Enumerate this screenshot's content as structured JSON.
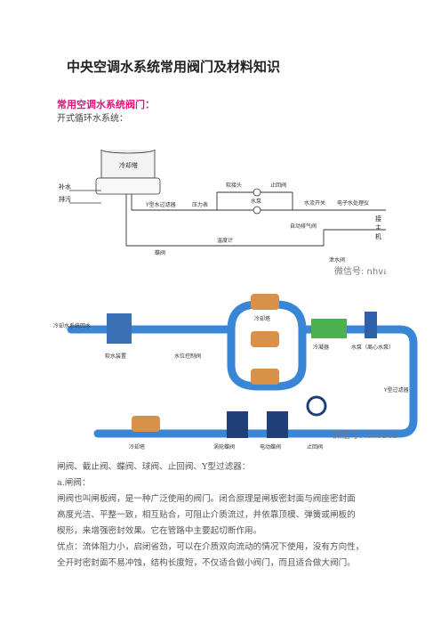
{
  "doc": {
    "title": "中央空调水系统常用阀门及材料知识",
    "section_heading": "常用空调水系统阀门：",
    "section_sub": "开式循环水系统："
  },
  "diagram1": {
    "labels": {
      "tower": "冷却塔",
      "makeup": "补水",
      "drain": "排污",
      "filter": "Y型水过滤器",
      "pressure_gauge": "压力表",
      "check_valve": "止回阀",
      "soft_joint": "软接头",
      "water_pump": "水泵",
      "flow_switch": "水流开关",
      "e_valve": "电子水处理仪",
      "flow_meter": "温度计",
      "butterfly": "蝶阀",
      "auto_air": "自动排气阀",
      "drain_valve": "泄水阀",
      "to_host_1": "接",
      "to_host_2": "主",
      "to_host_3": "机",
      "watermark": "微信号: nhvaca"
    }
  },
  "diagram2": {
    "labels": {
      "cooling_in": "冷却水系统回水",
      "softener": "软水装置",
      "level_valve": "水位控制阀",
      "tower_a": "冷却塔",
      "chiller": "冷凝器",
      "pump_a": "水泵（离心水泵）",
      "filter_b": "Y型过滤器",
      "tower_b": "冷却塔",
      "butterfly_gear": "涡轮蝶阀",
      "electric_butterfly": "电动蝶阀",
      "check_b": "止回阀",
      "watermark": "微信号: nhvaca"
    }
  },
  "paragraphs": [
    "闸阀、截止阀、蝶阀、球阀、止回阀、Y型过滤器：",
    "a.闸阀：",
    "闸阀也叫闸板阀，是一种广泛使用的阀门。闭合原理是闸板密封面与阀座密封面",
    "高度光洁、平整一致，相互贴合，可阻止介质流过，并依靠顶模、弹簧或闸板的",
    "楔形，来增强密封效果。它在管路中主要起切断作用。",
    "优点：流体阻力小，启闭省劲，可以在介质双向流动的情况下使用，没有方向性，",
    "全开时密封面不易冲蚀，结构长度短，不仅适合做小阀门，而且适合做大阀门。"
  ],
  "colors": {
    "heading_pink": "#e0157a",
    "pipe_blue": "#3a86d6",
    "tower_orange": "#d9914a"
  }
}
